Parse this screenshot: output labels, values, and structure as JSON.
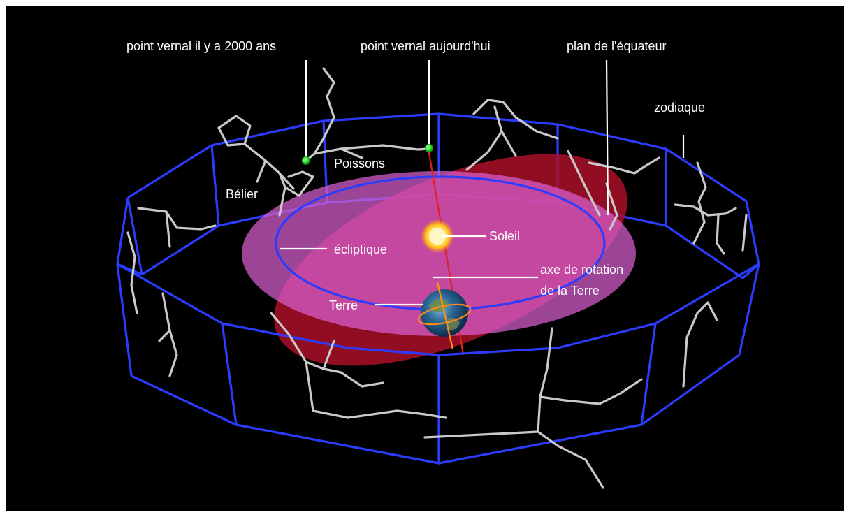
{
  "labels": {
    "vernal_2000": "point vernal il y a 2000 ans",
    "vernal_today": "point vernal aujourd'hui",
    "equator_plane": "plan de l'équateur",
    "zodiac": "zodiaque",
    "aries": "Bélier",
    "pisces": "Poissons",
    "ecliptic": "écliptique",
    "sun": "Soleil",
    "axis_line1": "axe de rotation",
    "axis_line2": "de la Terre",
    "earth": "Terre"
  },
  "colors": {
    "background": "#000000",
    "zodiac_band": "#2b3cff",
    "ecliptic_plane": "#d85fd0",
    "equator_plane": "#b0102a",
    "constellations": "#c9c9c9",
    "vernal_points": "#22dd22",
    "sun": "#ffd23a",
    "axis": "#e0201a"
  }
}
